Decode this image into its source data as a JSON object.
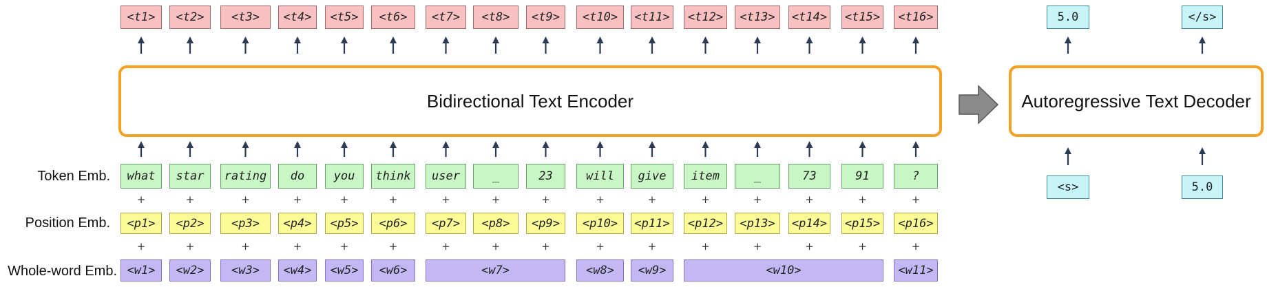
{
  "labels": {
    "token_emb": "Token Emb.",
    "position_emb": "Position Emb.",
    "whole_word_emb": "Whole-word Emb."
  },
  "encoder": {
    "title": "Bidirectional Text Encoder"
  },
  "decoder": {
    "title": "Autoregressive Text Decoder",
    "inputs": [
      "<s>",
      "5.0"
    ],
    "outputs": [
      "5.0",
      "</s>"
    ]
  },
  "plus_sign": "+",
  "output_tokens": [
    "<t1>",
    "<t2>",
    "<t3>",
    "<t4>",
    "<t5>",
    "<t6>",
    "<t7>",
    "<t8>",
    "<t9>",
    "<t10>",
    "<t11>",
    "<t12>",
    "<t13>",
    "<t14>",
    "<t15>",
    "<t16>"
  ],
  "tokens": [
    "what",
    "star",
    "rating",
    "do",
    "you",
    "think",
    "user",
    "_",
    "23",
    "will",
    "give",
    "item",
    "_",
    "73",
    "91",
    "?"
  ],
  "positions": [
    "<p1>",
    "<p2>",
    "<p3>",
    "<p4>",
    "<p5>",
    "<p6>",
    "<p7>",
    "<p8>",
    "<p9>",
    "<p10>",
    "<p11>",
    "<p12>",
    "<p13>",
    "<p14>",
    "<p15>",
    "<p16>"
  ],
  "whole_words": [
    {
      "label": "<w1>",
      "span": [
        0,
        0
      ]
    },
    {
      "label": "<w2>",
      "span": [
        1,
        1
      ]
    },
    {
      "label": "<w3>",
      "span": [
        2,
        2
      ]
    },
    {
      "label": "<w4>",
      "span": [
        3,
        3
      ]
    },
    {
      "label": "<w5>",
      "span": [
        4,
        4
      ]
    },
    {
      "label": "<w6>",
      "span": [
        5,
        5
      ]
    },
    {
      "label": "<w7>",
      "span": [
        6,
        8
      ]
    },
    {
      "label": "<w8>",
      "span": [
        9,
        9
      ]
    },
    {
      "label": "<w9>",
      "span": [
        10,
        10
      ]
    },
    {
      "label": "<w10>",
      "span": [
        11,
        14
      ]
    },
    {
      "label": "<w11>",
      "span": [
        15,
        15
      ]
    }
  ],
  "colors": {
    "output": "#f8c0c0",
    "token": "#c8f6c4",
    "position": "#fafa96",
    "whole_word": "#c4b8f4",
    "decoder_io": "#c6f4f8",
    "model_border": "#f4a020",
    "arrow": "#2b3a55"
  }
}
